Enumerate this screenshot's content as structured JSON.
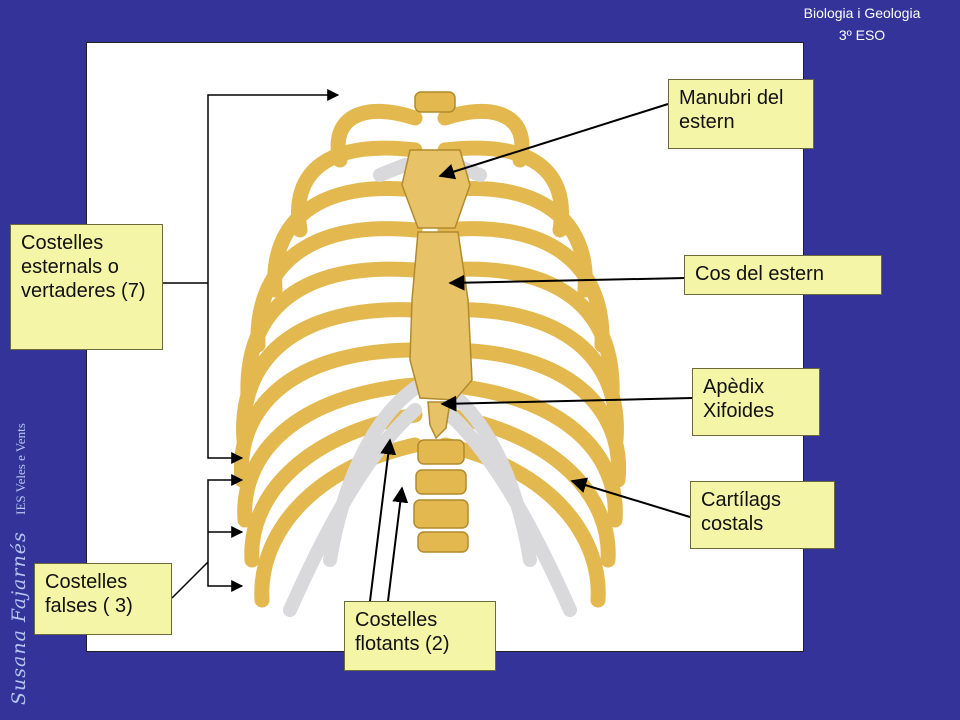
{
  "header": {
    "subject": "Biologia i Geologia",
    "course": "3º ESO"
  },
  "credit": {
    "author": "Susana Fajarnés",
    "school": "IES Veles e Vents"
  },
  "labels": {
    "manubri": "Manubri del estern",
    "cos": "Cos del estern",
    "apendix": "Apèdix Xifoides",
    "cartilags": "Cartílags costals",
    "esternals": "Costelles esternals o vertaderes (7)",
    "falses": "Costelles falses ( 3)",
    "flotants": "Costelles flotants (2)"
  },
  "colors": {
    "background": "#33339a",
    "label_fill": "#f5f5a8",
    "bone": "#e3b84f",
    "cartilage": "#d9d9dc"
  }
}
